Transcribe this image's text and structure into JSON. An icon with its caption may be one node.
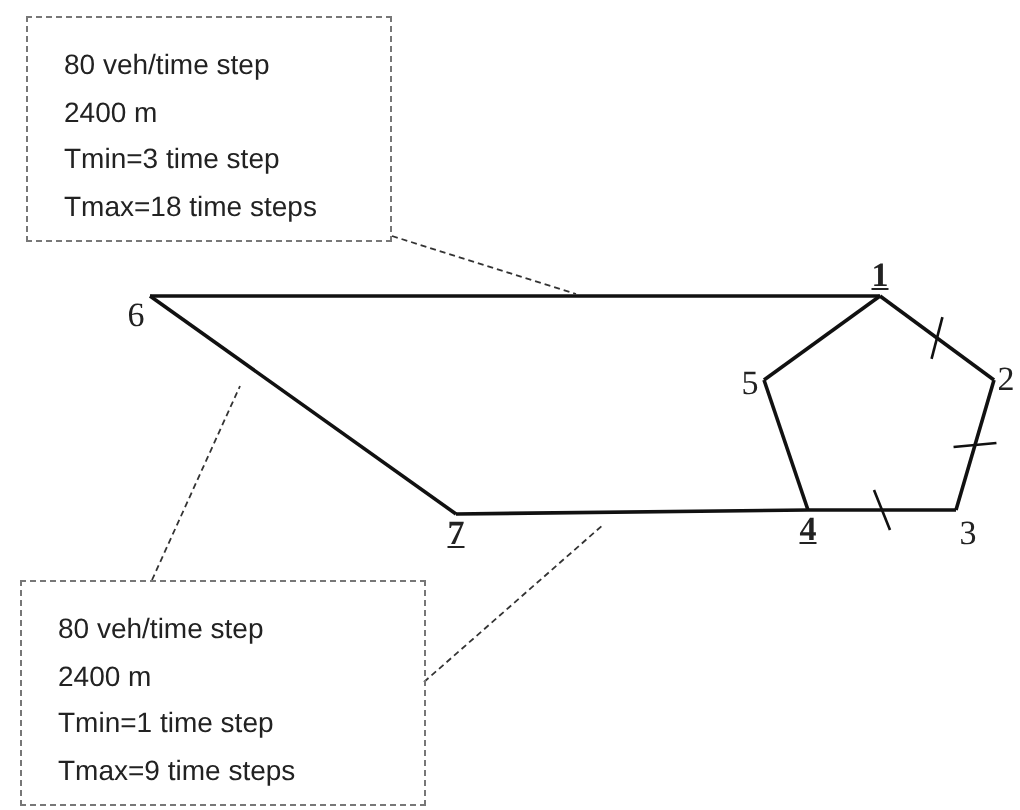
{
  "diagram": {
    "nodes": [
      {
        "text": [
          "80 veh/time step",
          "2400 m",
          "Tmin=3 time step",
          "Tmax=18 time steps"
        ]
      },
      {
        "text": [
          "1"
        ]
      },
      {
        "text": [
          "6"
        ]
      },
      {
        "text": [
          "5"
        ]
      },
      {
        "text": [
          "2"
        ]
      },
      {
        "text": [
          "7"
        ]
      },
      {
        "text": [
          "4"
        ]
      },
      {
        "text": [
          "3"
        ]
      },
      {
        "text": [
          "80 veh/time step",
          "2400 m",
          "Tmin=1 time step",
          "Tmax=9 time steps"
        ]
      }
    ],
    "edges": [
      {
        "from": 2,
        "to": 1,
        "arrow": "none"
      },
      {
        "from": 2,
        "to": 5,
        "arrow": "none"
      },
      {
        "from": 5,
        "to": 6,
        "arrow": "none"
      },
      {
        "from": 1,
        "to": 4,
        "arrow": "none"
      },
      {
        "from": 4,
        "to": 7,
        "arrow": "none"
      },
      {
        "from": 7,
        "to": 6,
        "arrow": "none"
      },
      {
        "from": 6,
        "to": 3,
        "arrow": "none"
      },
      {
        "from": 3,
        "to": 1,
        "arrow": "none"
      },
      {
        "from": 0,
        "to": null,
        "arrow": "none",
        "style": "dashed"
      },
      {
        "from": 8,
        "to": null,
        "arrow": "none",
        "style": "dashed"
      },
      {
        "from": 8,
        "to": null,
        "arrow": "none",
        "style": "dashed"
      }
    ]
  }
}
